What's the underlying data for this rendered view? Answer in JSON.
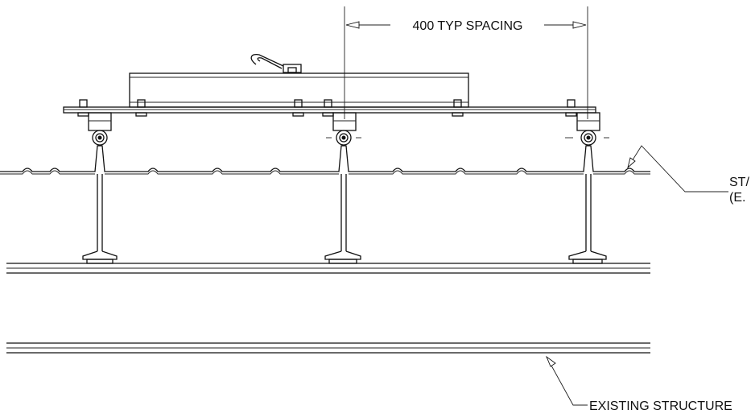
{
  "dimension": {
    "label": "400 TYP SPACING"
  },
  "callouts": {
    "standing_seam_line1": "ST/",
    "standing_seam_line2": "(E.",
    "existing_structure": "EXISTING STRUCTURE"
  },
  "colors": {
    "line": "#111111",
    "background": "#ffffff"
  }
}
